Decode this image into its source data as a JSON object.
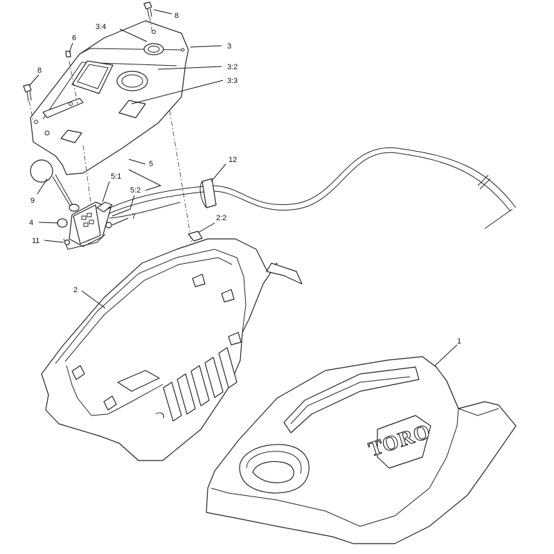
{
  "diagram": {
    "callouts": [
      {
        "id": "c8a",
        "text": "8"
      },
      {
        "id": "c34",
        "text": "3:4"
      },
      {
        "id": "c6",
        "text": "6"
      },
      {
        "id": "c3",
        "text": "3"
      },
      {
        "id": "c8b",
        "text": "8"
      },
      {
        "id": "c32",
        "text": "3:2"
      },
      {
        "id": "c33",
        "text": "3:3"
      },
      {
        "id": "c5",
        "text": "5"
      },
      {
        "id": "c51",
        "text": "5:1"
      },
      {
        "id": "c52",
        "text": "5:2"
      },
      {
        "id": "c12",
        "text": "12"
      },
      {
        "id": "c9",
        "text": "9"
      },
      {
        "id": "c4",
        "text": "4"
      },
      {
        "id": "c7",
        "text": "7"
      },
      {
        "id": "c22",
        "text": "2:2"
      },
      {
        "id": "c11",
        "text": "11"
      },
      {
        "id": "c2",
        "text": "2"
      },
      {
        "id": "c1",
        "text": "1"
      }
    ],
    "logo_text": "TORO"
  }
}
